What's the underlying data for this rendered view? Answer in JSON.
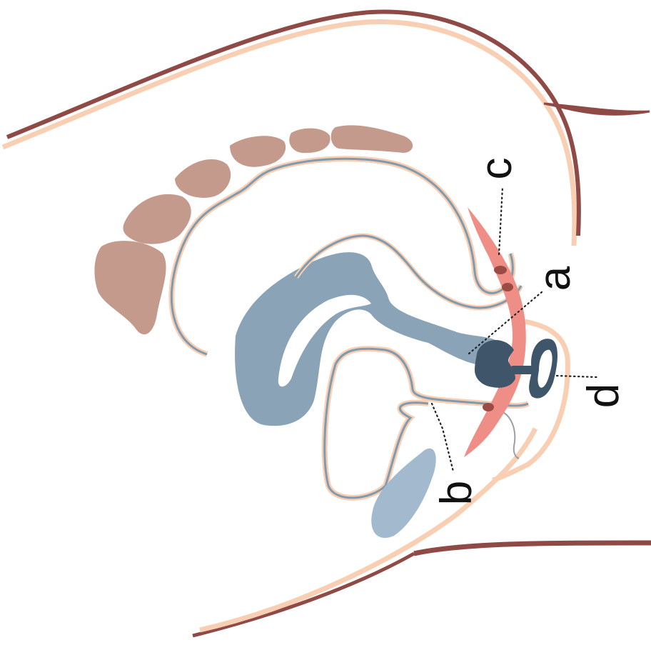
{
  "diagram": {
    "colors": {
      "skin_outline": "#8f4a46",
      "fat_layer": "#f9cfb4",
      "organ_outline": "#7f9bb0",
      "organ_fill": "#8aa3b6",
      "bladder_fill": "#a3bace",
      "bone": "#c49a8c",
      "muscle": "#ee8e86",
      "muscle_dark": "#9a4b44",
      "device": "#3f566a",
      "leader": "#222222"
    },
    "labels": {
      "a": "a",
      "b": "b",
      "c": "c",
      "d": "d"
    }
  }
}
